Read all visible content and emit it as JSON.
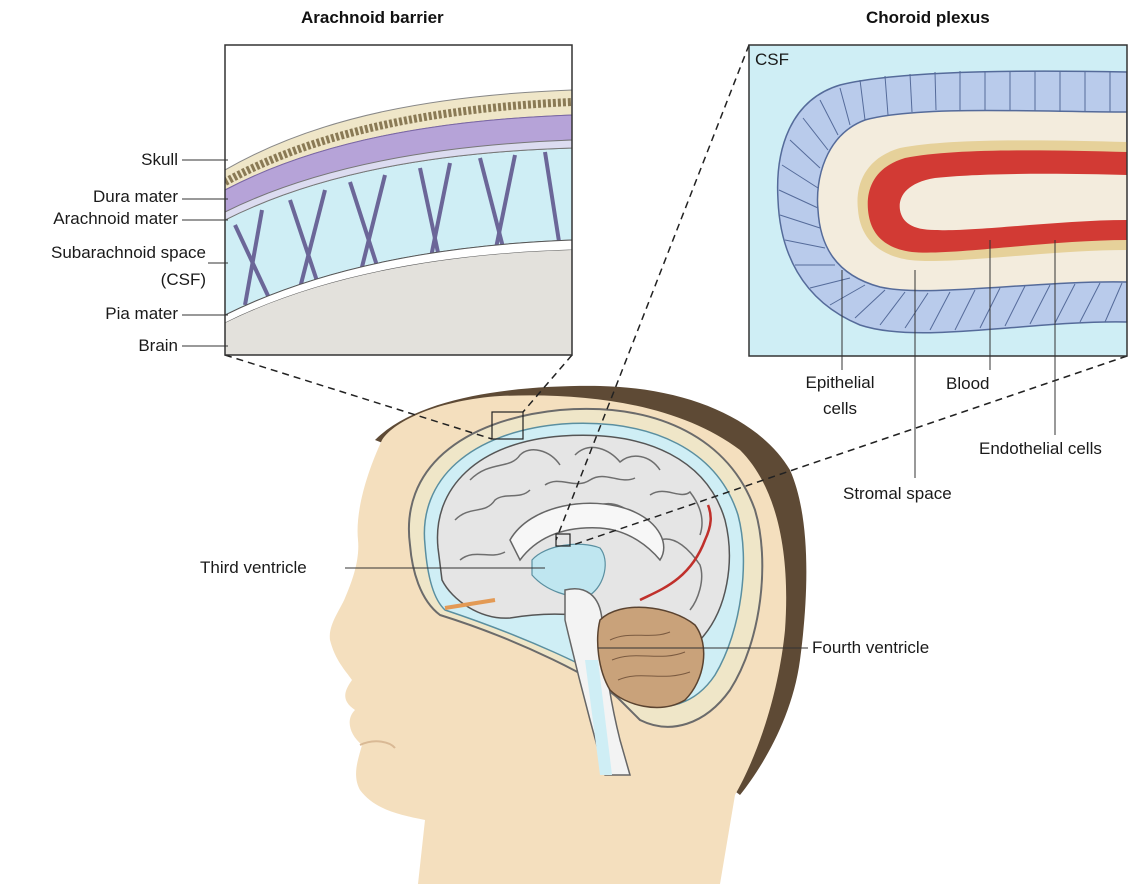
{
  "titles": {
    "arachnoid": "Arachnoid barrier",
    "choroid": "Choroid plexus"
  },
  "arachnoid_labels": {
    "skull": "Skull",
    "dura": "Dura mater",
    "arachnoid": "Arachnoid mater",
    "subarachnoid_1": "Subarachnoid space",
    "subarachnoid_2": "(CSF)",
    "pia": "Pia mater",
    "brain": "Brain"
  },
  "choroid_labels": {
    "csf": "CSF",
    "epithelial_1": "Epithelial",
    "epithelial_2": "cells",
    "blood": "Blood",
    "stromal": "Stromal space",
    "endothelial": "Endothelial cells"
  },
  "brain_labels": {
    "third": "Third ventricle",
    "fourth": "Fourth ventricle"
  },
  "colors": {
    "skin": "#f4dfbe",
    "hair": "#5e4a35",
    "csf": "#cfeef5",
    "brain": "#e5e5e5",
    "dura": "#b6a3d8",
    "blood": "#d23a34",
    "epithelium": "#b9cbeb",
    "cerebellum": "#c9a27a"
  }
}
